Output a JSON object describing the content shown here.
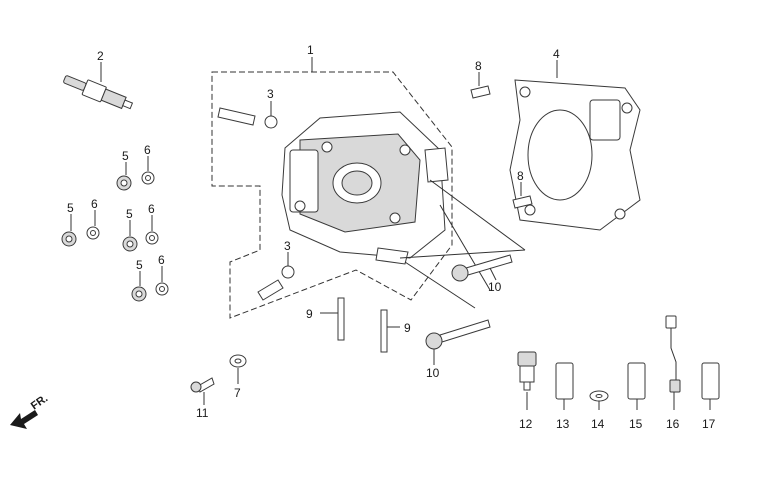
{
  "diagram": {
    "direction_label": "FR.",
    "callouts": [
      {
        "id": "c1",
        "text": "1"
      },
      {
        "id": "c2",
        "text": "2"
      },
      {
        "id": "c3a",
        "text": "3"
      },
      {
        "id": "c3b",
        "text": "3"
      },
      {
        "id": "c4",
        "text": "4"
      },
      {
        "id": "c5a",
        "text": "5"
      },
      {
        "id": "c5b",
        "text": "5"
      },
      {
        "id": "c5c",
        "text": "5"
      },
      {
        "id": "c5d",
        "text": "5"
      },
      {
        "id": "c6a",
        "text": "6"
      },
      {
        "id": "c6b",
        "text": "6"
      },
      {
        "id": "c6c",
        "text": "6"
      },
      {
        "id": "c6d",
        "text": "6"
      },
      {
        "id": "c7",
        "text": "7"
      },
      {
        "id": "c8a",
        "text": "8"
      },
      {
        "id": "c8b",
        "text": "8"
      },
      {
        "id": "c9a",
        "text": "9"
      },
      {
        "id": "c9b",
        "text": "9"
      },
      {
        "id": "c10a",
        "text": "10"
      },
      {
        "id": "c10b",
        "text": "10"
      },
      {
        "id": "c11",
        "text": "11"
      },
      {
        "id": "c12",
        "text": "12"
      },
      {
        "id": "c13",
        "text": "13"
      },
      {
        "id": "c14",
        "text": "14"
      },
      {
        "id": "c15",
        "text": "15"
      },
      {
        "id": "c16",
        "text": "16"
      },
      {
        "id": "c17",
        "text": "17"
      }
    ]
  }
}
